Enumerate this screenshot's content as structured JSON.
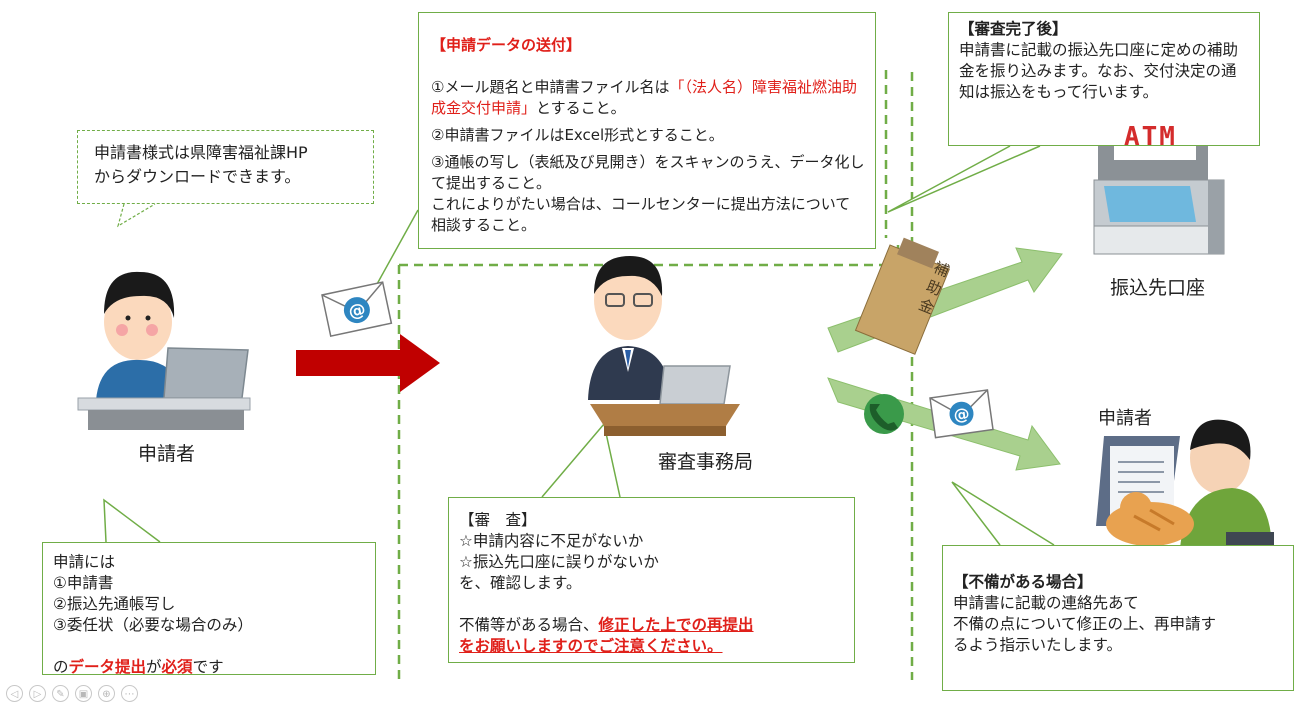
{
  "applicant_note": {
    "lines": [
      "申請書様式は県障害福祉課HP",
      "からダウンロードできます。"
    ]
  },
  "applicant_label": "申請者",
  "requirements": {
    "l1": "申請には",
    "l2": "①申請書",
    "l3": "②振込先通帳写し",
    "l4": "③委任状（必要な場合のみ）",
    "l5_a": "の",
    "l5_b": "データ提出",
    "l5_c": "が",
    "l5_d": "必須",
    "l5_e": "です"
  },
  "send": {
    "title": "【申請データの送付】",
    "p1_a": "①メール題名と申請書ファイル名は",
    "p1_red": "「（法人名）障害福祉燃油助成金交付申請」",
    "p1_b": "とすること。",
    "p2": "②申請書ファイルはExcel形式とすること。",
    "p3": "③通帳の写し（表紙及び見開き）をスキャンのうえ、データ化して提出すること。",
    "p4": "これによりがたい場合は、コールセンターに提出方法について相談すること。"
  },
  "office_label": "審査事務局",
  "review": {
    "title": "【審　査】",
    "l1": "☆申請内容に不足がないか",
    "l2": "☆振込先口座に誤りがないか",
    "l3": "を、確認します。",
    "l4_a": "不備等がある場合、",
    "l4_red": "修正した上での再提出",
    "l5_red": "をお願いしますのでご注意ください。"
  },
  "after": {
    "title": "【審査完了後】",
    "body": "申請書に記載の振込先口座に定めの補助金を振り込みます。なお、交付決定の通知は振込をもって行います。"
  },
  "atm_text": "ATM",
  "envelope_chars": [
    "補",
    "助",
    "金"
  ],
  "bank_label": "振込先口座",
  "applicant2_label": "申請者",
  "defect": {
    "title": "【不備がある場合】",
    "l1": "申請書に記載の連絡先あて",
    "l2": "不備の点について修正の上、再申請す",
    "l3": "るよう指示いたします。"
  },
  "icons": [
    "previous-icon",
    "next-icon",
    "pen-icon",
    "slides-icon",
    "zoom-icon",
    "more-icon",
    "email-icon",
    "phone-icon"
  ]
}
